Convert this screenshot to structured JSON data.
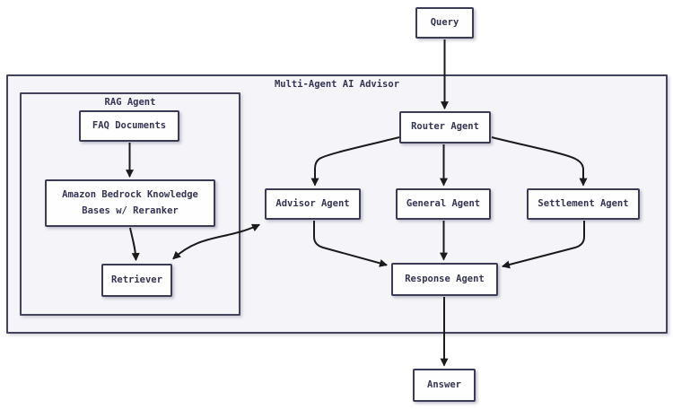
{
  "diagram": {
    "type": "flowchart",
    "container_title": "Multi-Agent AI Advisor",
    "rag_container_title": "RAG Agent",
    "nodes": {
      "query": {
        "label": "Query"
      },
      "router": {
        "label": "Router Agent"
      },
      "faq": {
        "label": "FAQ Documents"
      },
      "bedrock": {
        "label": "Amazon Bedrock Knowledge\nBases w/ Reranker"
      },
      "retriever": {
        "label": "Retriever"
      },
      "advisor": {
        "label": "Advisor Agent"
      },
      "general": {
        "label": "General Agent"
      },
      "settlement": {
        "label": "Settlement Agent"
      },
      "response": {
        "label": "Response Agent"
      },
      "answer": {
        "label": "Answer"
      }
    },
    "edges": [
      {
        "from": "Query",
        "to": "Router Agent",
        "bidirectional": false
      },
      {
        "from": "FAQ Documents",
        "to": "Amazon Bedrock Knowledge Bases w/ Reranker",
        "bidirectional": false
      },
      {
        "from": "Amazon Bedrock Knowledge Bases w/ Reranker",
        "to": "Retriever",
        "bidirectional": false
      },
      {
        "from": "Retriever",
        "to": "Advisor Agent",
        "bidirectional": true
      },
      {
        "from": "Router Agent",
        "to": "Advisor Agent",
        "bidirectional": false
      },
      {
        "from": "Router Agent",
        "to": "General Agent",
        "bidirectional": false
      },
      {
        "from": "Router Agent",
        "to": "Settlement Agent",
        "bidirectional": false
      },
      {
        "from": "Advisor Agent",
        "to": "Response Agent",
        "bidirectional": false
      },
      {
        "from": "General Agent",
        "to": "Response Agent",
        "bidirectional": false
      },
      {
        "from": "Settlement Agent",
        "to": "Response Agent",
        "bidirectional": false
      },
      {
        "from": "Response Agent",
        "to": "Answer",
        "bidirectional": false
      }
    ],
    "colors": {
      "node_border": "#3b3b54",
      "container_border": "#43435c",
      "text": "#343452",
      "container_fill": "#f5f5f9",
      "node_fill": "#fefefe",
      "arrow": "#1b1b1b",
      "page_background": "#ffffff"
    }
  }
}
